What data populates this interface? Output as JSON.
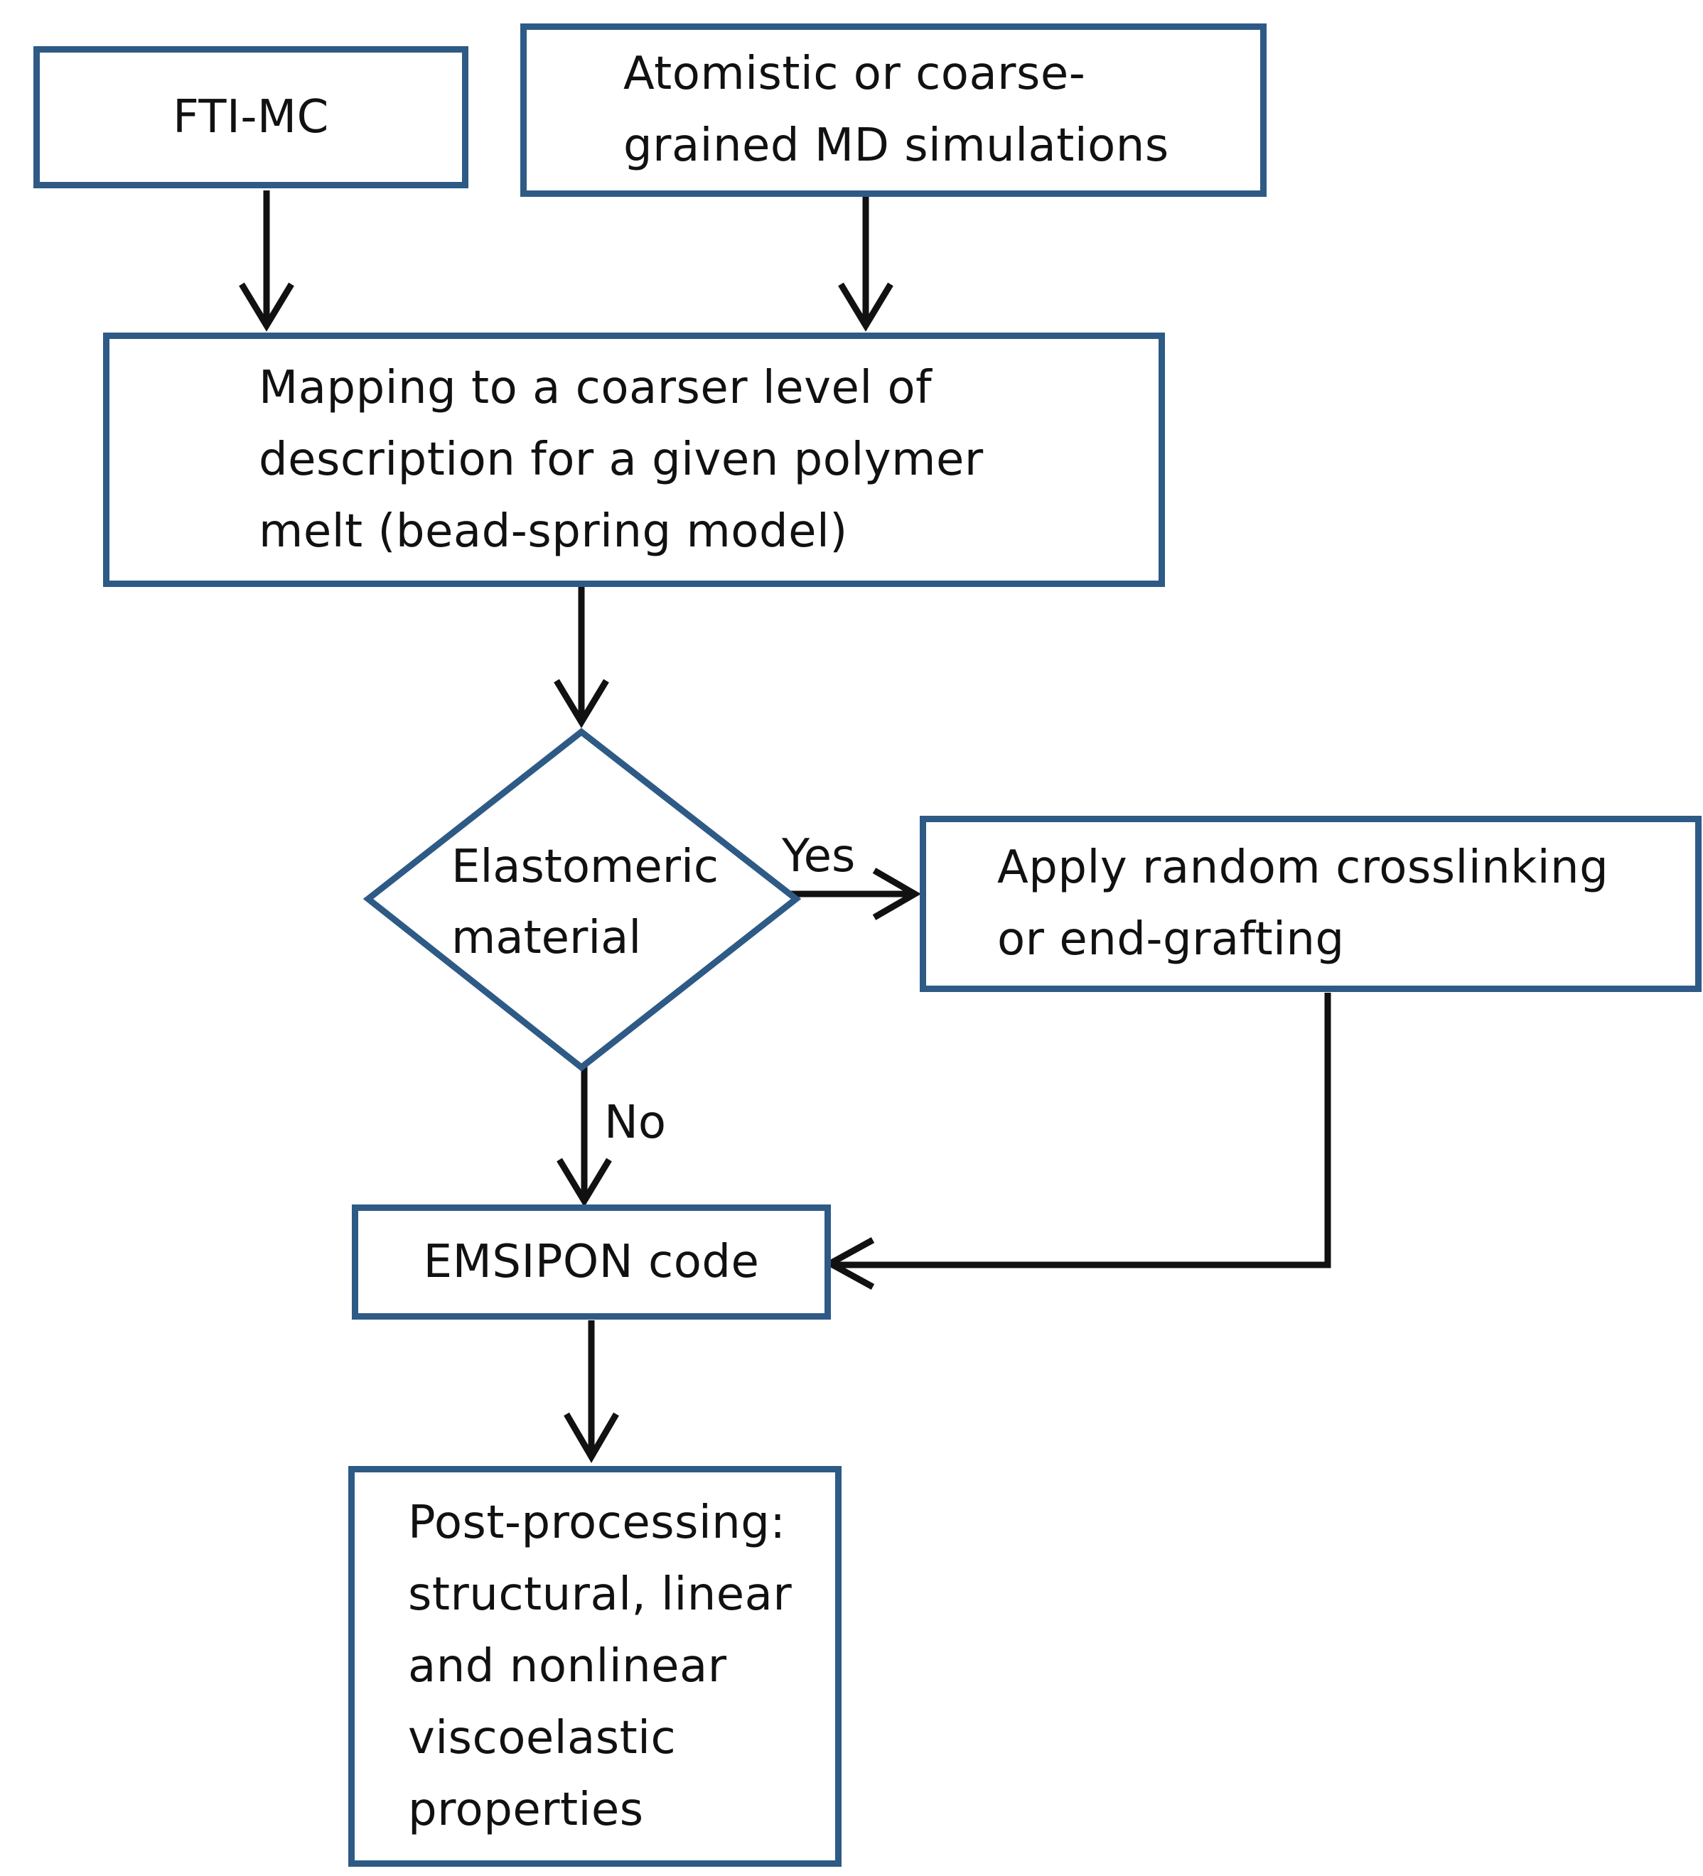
{
  "nodes": {
    "ftimc": {
      "lines": [
        "FTI-MC"
      ]
    },
    "md": {
      "lines": [
        "Atomistic or coarse-",
        "grained MD simulations"
      ]
    },
    "mapping": {
      "lines": [
        "Mapping to a coarser level of",
        "description for a given polymer",
        "melt (bead-spring model)"
      ]
    },
    "decision": {
      "lines": [
        "Elastomeric",
        "material"
      ]
    },
    "crosslink": {
      "lines": [
        "Apply random  crosslinking",
        "or end-grafting"
      ]
    },
    "emsipon": {
      "lines": [
        "EMSIPON code"
      ]
    },
    "post": {
      "lines": [
        "Post-processing:",
        "structural, linear",
        "and nonlinear",
        "viscoelastic",
        "properties"
      ]
    }
  },
  "edges": {
    "yes_label": "Yes",
    "no_label": "No"
  },
  "colors": {
    "box_border": "#2e5a86",
    "arrow": "#111111",
    "text": "#111111",
    "background": "#ffffff"
  }
}
